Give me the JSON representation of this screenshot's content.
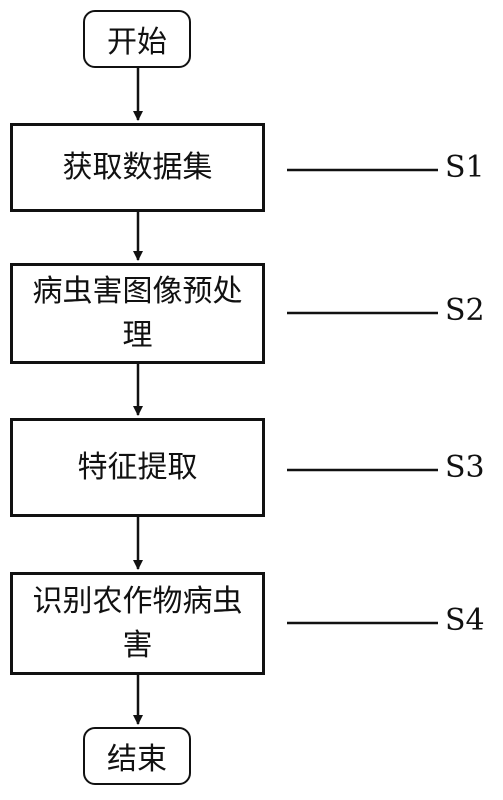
{
  "flowchart": {
    "start": "开始",
    "end": "结束",
    "steps": [
      {
        "text": "获取数据集",
        "label": "S1"
      },
      {
        "text": "病虫害图像预处理",
        "label": "S2"
      },
      {
        "text": "特征提取",
        "label": "S3"
      },
      {
        "text": "识别农作物病虫害",
        "label": "S4"
      }
    ]
  }
}
